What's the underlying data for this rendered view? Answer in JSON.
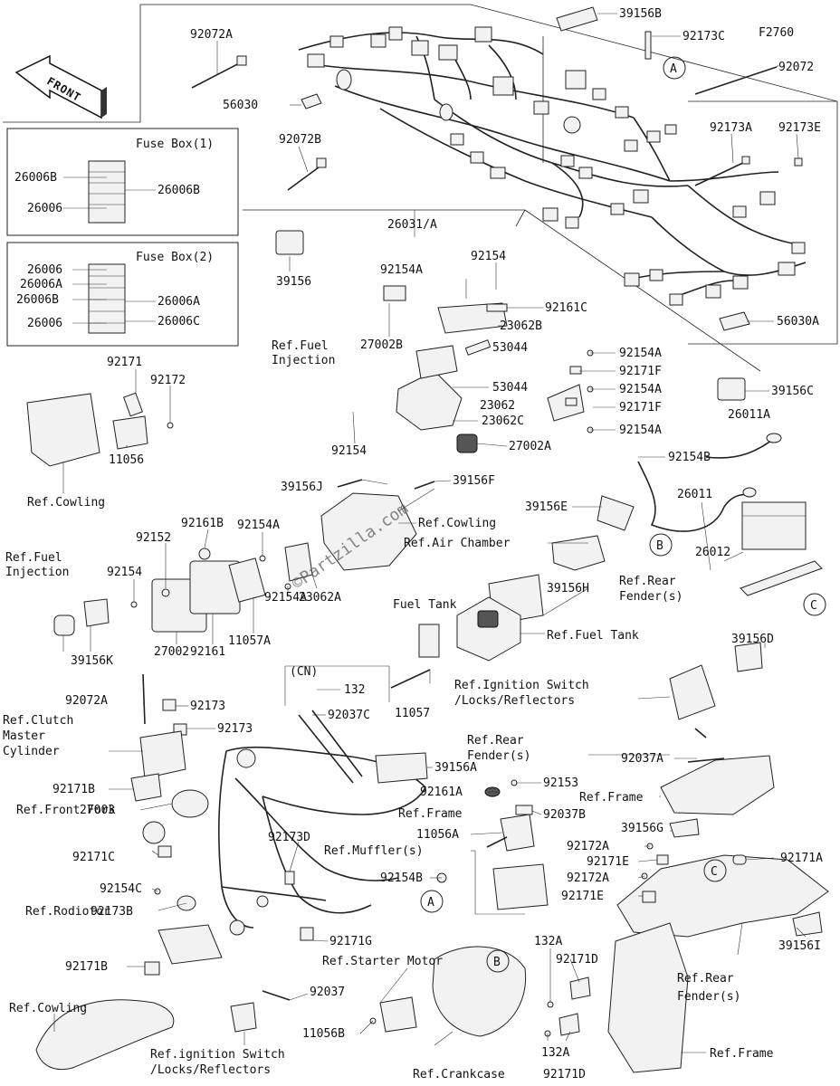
{
  "front_label": "FRONT",
  "fusebox1": {
    "title": "Fuse Box(1)",
    "labels": [
      "26006B",
      "26006B",
      "26006"
    ]
  },
  "fusebox2": {
    "title": "Fuse Box(2)",
    "labels": [
      "26006",
      "26006A",
      "26006B",
      "26006",
      "26006A",
      "26006C"
    ]
  },
  "watermark": "©Partzilla.com",
  "callout_letters": [
    "A",
    "A",
    "B",
    "B",
    "C",
    "C"
  ],
  "cn_label": "(CN)",
  "parts": {
    "p39156B": "39156B",
    "p92173C": "92173C",
    "pF2760": "F2760",
    "p92072": "92072",
    "p92072A": "92072A",
    "p56030": "56030",
    "p92072B": "92072B",
    "p92173A": "92173A",
    "p92173E": "92173E",
    "p39156": "39156",
    "p26031A": "26031/A",
    "p92154a": "92154",
    "p92154A1": "92154A",
    "p92161C": "92161C",
    "p23062B": "23062B",
    "p27002B": "27002B",
    "p53044a": "53044",
    "p92154A2": "92154A",
    "p56030A": "56030A",
    "p92171F1": "92171F",
    "p53044b": "53044",
    "p92154A3": "92154A",
    "p23062": "23062",
    "p92171F2": "92171F",
    "p39156C": "39156C",
    "p23062C": "23062C",
    "p92154A4": "92154A",
    "p26011A": "26011A",
    "p92154b": "92154",
    "p27002A": "27002A",
    "p92154B1": "92154B",
    "p92171": "92171",
    "p92172": "92172",
    "p11056": "11056",
    "p39156J": "39156J",
    "p39156F": "39156F",
    "p26011": "26011",
    "p39156E": "39156E",
    "p92161B": "92161B",
    "p92154A5": "92154A",
    "p92152": "92152",
    "p92154c": "92154",
    "p26012": "26012",
    "p23062A": "23062A",
    "p39156H": "39156H",
    "p92154A6": "92154A",
    "p11057A": "11057A",
    "p92161": "92161",
    "p27002": "27002",
    "p39156K": "39156K",
    "p39156D": "39156D",
    "p132": "132",
    "p92037C": "92037C",
    "p11057": "11057",
    "p92072A2": "92072A",
    "p92173a": "92173",
    "p92173b": "92173",
    "p92037A": "92037A",
    "p39156A": "39156A",
    "p92153": "92153",
    "p92161A": "92161A",
    "p92037B": "92037B",
    "p92171B1": "92171B",
    "p27003": "27003",
    "p11056A": "11056A",
    "p39156G": "39156G",
    "p92172A1": "92172A",
    "p92171A": "92171A",
    "p92171E1": "92171E",
    "p92173D": "92173D",
    "p92171C": "92171C",
    "p92172A2": "92172A",
    "p92171E2": "92171E",
    "p92154C": "92154C",
    "p92154B2": "92154B",
    "p92173B": "92173B",
    "p39156I": "39156I",
    "p92171G": "92171G",
    "p92171B2": "92171B",
    "p132A1": "132A",
    "p92171D1": "92171D",
    "p92037": "92037",
    "p11056B": "11056B",
    "p132A2": "132A",
    "p92171D2": "92171D"
  },
  "refs": {
    "fuel_injection1": "Ref.Fuel\nInjection",
    "cowling1": "Ref.Cowling",
    "cowling2": "Ref.Cowling",
    "air_chamber": "Ref.Air Chamber",
    "fuel_injection2": "Ref.Fuel\nInjection",
    "rear_fender1": "Ref.Rear\nFender(s)",
    "fuel_tank_label": "Fuel Tank",
    "fuel_tank": "Ref.Fuel Tank",
    "ignition1": "Ref.Ignition Switch\n/Locks/Reflectors",
    "clutch": "Ref.Clutch\nMaster\nCylinder",
    "rear_fender2": "Ref.Rear\nFender(s)",
    "frame1": "Ref.Frame",
    "front_fork": "Ref.Front Fork",
    "frame2": "Ref.Frame",
    "mufflers": "Ref.Muffler(s)",
    "radiator": "Ref.Rodiotor",
    "rear_fender3": "Ref.Rear\nFender(s)",
    "starter": "Ref.Starter Motor",
    "cowling3": "Ref.Cowling",
    "ignition2": "Ref.ignition Switch\n/Locks/Reflectors",
    "crankcase": "Ref.Crankcase",
    "frame3": "Ref.Frame"
  }
}
